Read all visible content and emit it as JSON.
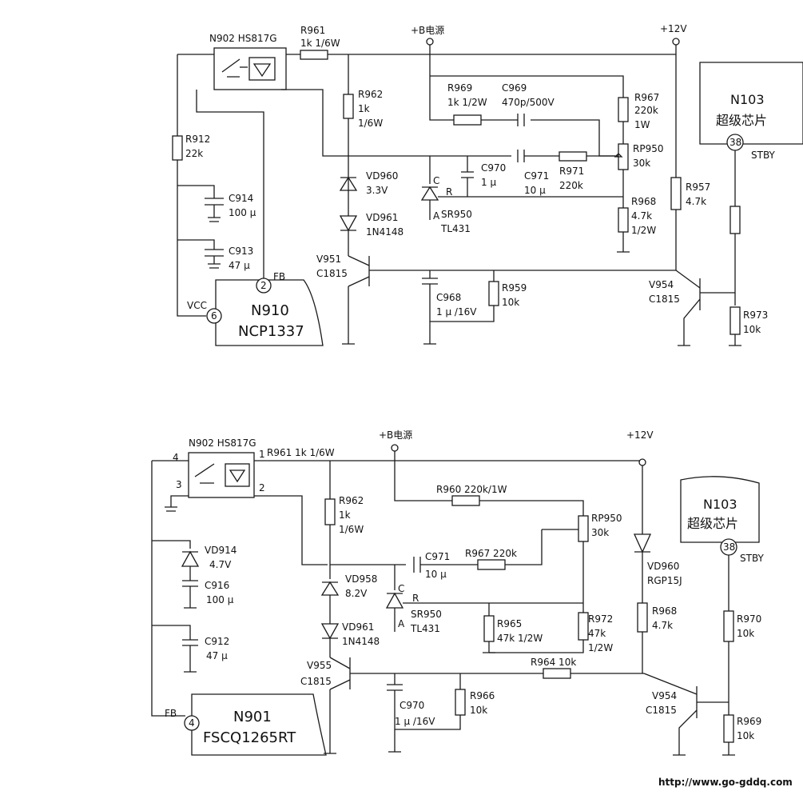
{
  "top": {
    "opto": "N902  HS817G",
    "r961": "R961",
    "r961_val": "1k  1/6W",
    "bplus": "+B电源",
    "v12": "+12V",
    "r962": "R962",
    "r962_v1": "1k",
    "r962_v2": "1/6W",
    "r969": "R969",
    "r969_val": "1k  1/2W",
    "c969": "C969",
    "c969_val": "470p/500V",
    "r967": "R967",
    "r967_v1": "220k",
    "r967_v2": "1W",
    "rp950": "RP950",
    "rp950_val": "30k",
    "r912": "R912",
    "r912_val": "22k",
    "vd960": "VD960",
    "vd960_val": "3.3V",
    "c970": "C970",
    "c970_val": "1 μ",
    "c971": "C971",
    "c971_val": "10 μ",
    "r971": "R971",
    "r971_val": "220k",
    "r957": "R957",
    "r957_val": "4.7k",
    "c914": "C914",
    "c914_val": "100 μ",
    "pin_c": "C",
    "pin_r": "R",
    "pin_a": "A",
    "sr950": "SR950",
    "tl431": "TL431",
    "r968": "R968",
    "r968_v1": "4.7k",
    "r968_v2": "1/2W",
    "vd961": "VD961",
    "vd961_val": "1N4148",
    "c913": "C913",
    "c913_val": "47 μ",
    "v951": "V951",
    "v951_val": "C1815",
    "c968": "C968",
    "c968_val": "1 μ /16V",
    "r959": "R959",
    "r959_val": "10k",
    "fb": "FB",
    "fb_pin": "2",
    "vcc": "VCC",
    "vcc_pin": "6",
    "n910": "N910",
    "ncp": "NCP1337",
    "n103": "N103",
    "chip": "超级芯片",
    "pin38": "38",
    "stby": "STBY",
    "v954": "V954",
    "v954_val": "C1815",
    "r973": "R973",
    "r973_val": "10k"
  },
  "bottom": {
    "opto": "N902  HS817G",
    "pin4": "4",
    "pin3": "3",
    "pin1": "1",
    "pin2": "2",
    "r961": "R961  1k  1/6W",
    "bplus": "+B电源",
    "v12": "+12V",
    "r960": "R960  220k/1W",
    "r962": "R962",
    "r962_v1": "1k",
    "r962_v2": "1/6W",
    "rp950": "RP950",
    "rp950_val": "30k",
    "vd914": "VD914",
    "vd914_val": "4.7V",
    "c916": "C916",
    "c916_val": "100 μ",
    "c971": "C971",
    "c971_val": "10 μ",
    "r967": "R967  220k",
    "vd958": "VD958",
    "vd958_val": "8.2V",
    "pin_c": "C",
    "pin_r": "R",
    "pin_a": "A",
    "sr950": "SR950",
    "tl431": "TL431",
    "vd960": "VD960",
    "vd960_val": "RGP15J",
    "c912": "C912",
    "c912_val": "47 μ",
    "r965": "R965",
    "r965_val": "47k  1/2W",
    "r972": "R972",
    "r972_v1": "47k",
    "r972_v2": "1/2W",
    "r968": "R968",
    "r968_val": "4.7k",
    "vd961": "VD961",
    "vd961_val": "1N4148",
    "r964": "R964  10k",
    "v955": "V955",
    "v955_val": "C1815",
    "c970": "C970",
    "c970_val": "1 μ /16V",
    "r966": "R966",
    "r966_val": "10k",
    "fb": "FB",
    "fb_pin": "4",
    "n901": "N901",
    "fscq": "FSCQ1265RT",
    "n103": "N103",
    "chip": "超级芯片",
    "pin38": "38",
    "stby": "STBY",
    "r970": "R970",
    "r970_val": "10k",
    "v954": "V954",
    "v954_val": "C1815",
    "r969": "R969",
    "r969_val": "10k"
  },
  "footer": {
    "url": "http://www.go-gddq.com"
  }
}
